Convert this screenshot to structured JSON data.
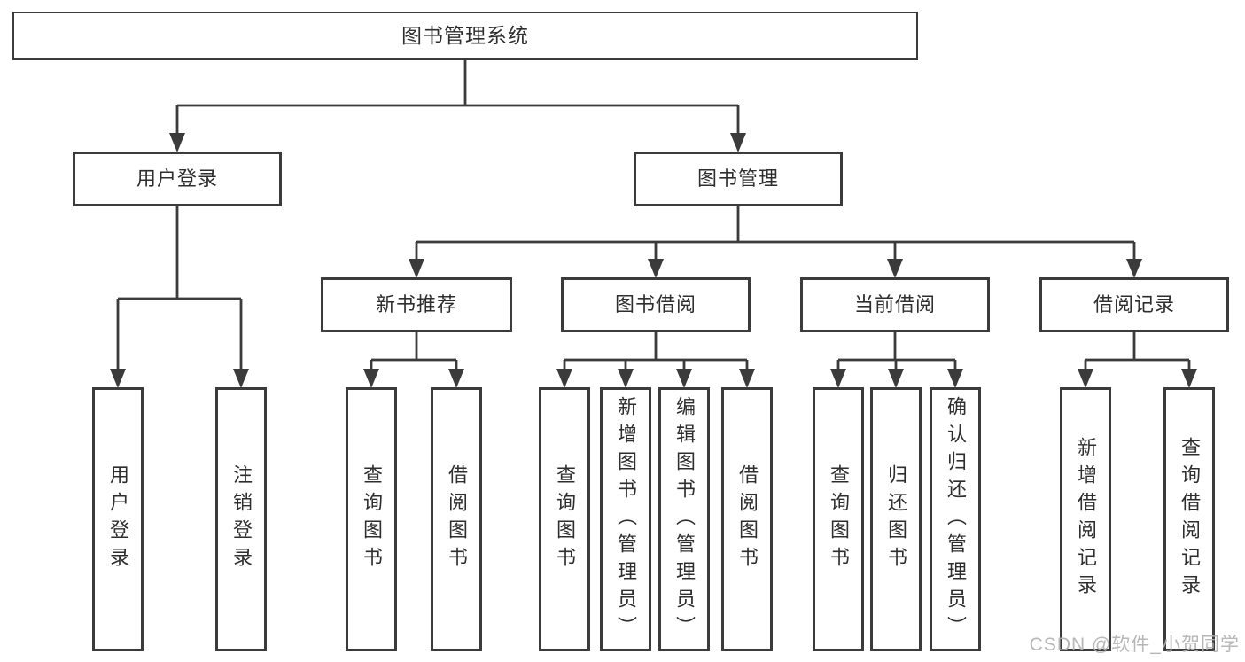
{
  "diagram": {
    "type": "hierarchy-tree",
    "line_color": "#3b3b3b",
    "box_border_color": "#3b3b3b",
    "box_fill_color": "#ffffff",
    "text_color": "#2e2e2e",
    "watermark_color": "#b1b1b1"
  },
  "tree": {
    "label": "图书管理系统",
    "children": [
      {
        "label": "用户登录",
        "children": [
          {
            "label": "用户登录"
          },
          {
            "label": "注销登录"
          }
        ]
      },
      {
        "label": "图书管理",
        "children": [
          {
            "label": "新书推荐",
            "children": [
              {
                "label": "查询图书"
              },
              {
                "label": "借阅图书"
              }
            ]
          },
          {
            "label": "图书借阅",
            "children": [
              {
                "label": "查询图书"
              },
              {
                "label": "新增图书（管理员）"
              },
              {
                "label": "编辑图书（管理员）"
              },
              {
                "label": "借阅图书"
              }
            ]
          },
          {
            "label": "当前借阅",
            "children": [
              {
                "label": "查询图书"
              },
              {
                "label": "归还图书"
              },
              {
                "label": "确认归还（管理员）"
              }
            ]
          },
          {
            "label": "借阅记录",
            "children": [
              {
                "label": "新增借阅记录"
              },
              {
                "label": "查询借阅记录"
              }
            ]
          }
        ]
      }
    ]
  },
  "watermark": {
    "text": "CSDN @软件_小贺同学"
  }
}
